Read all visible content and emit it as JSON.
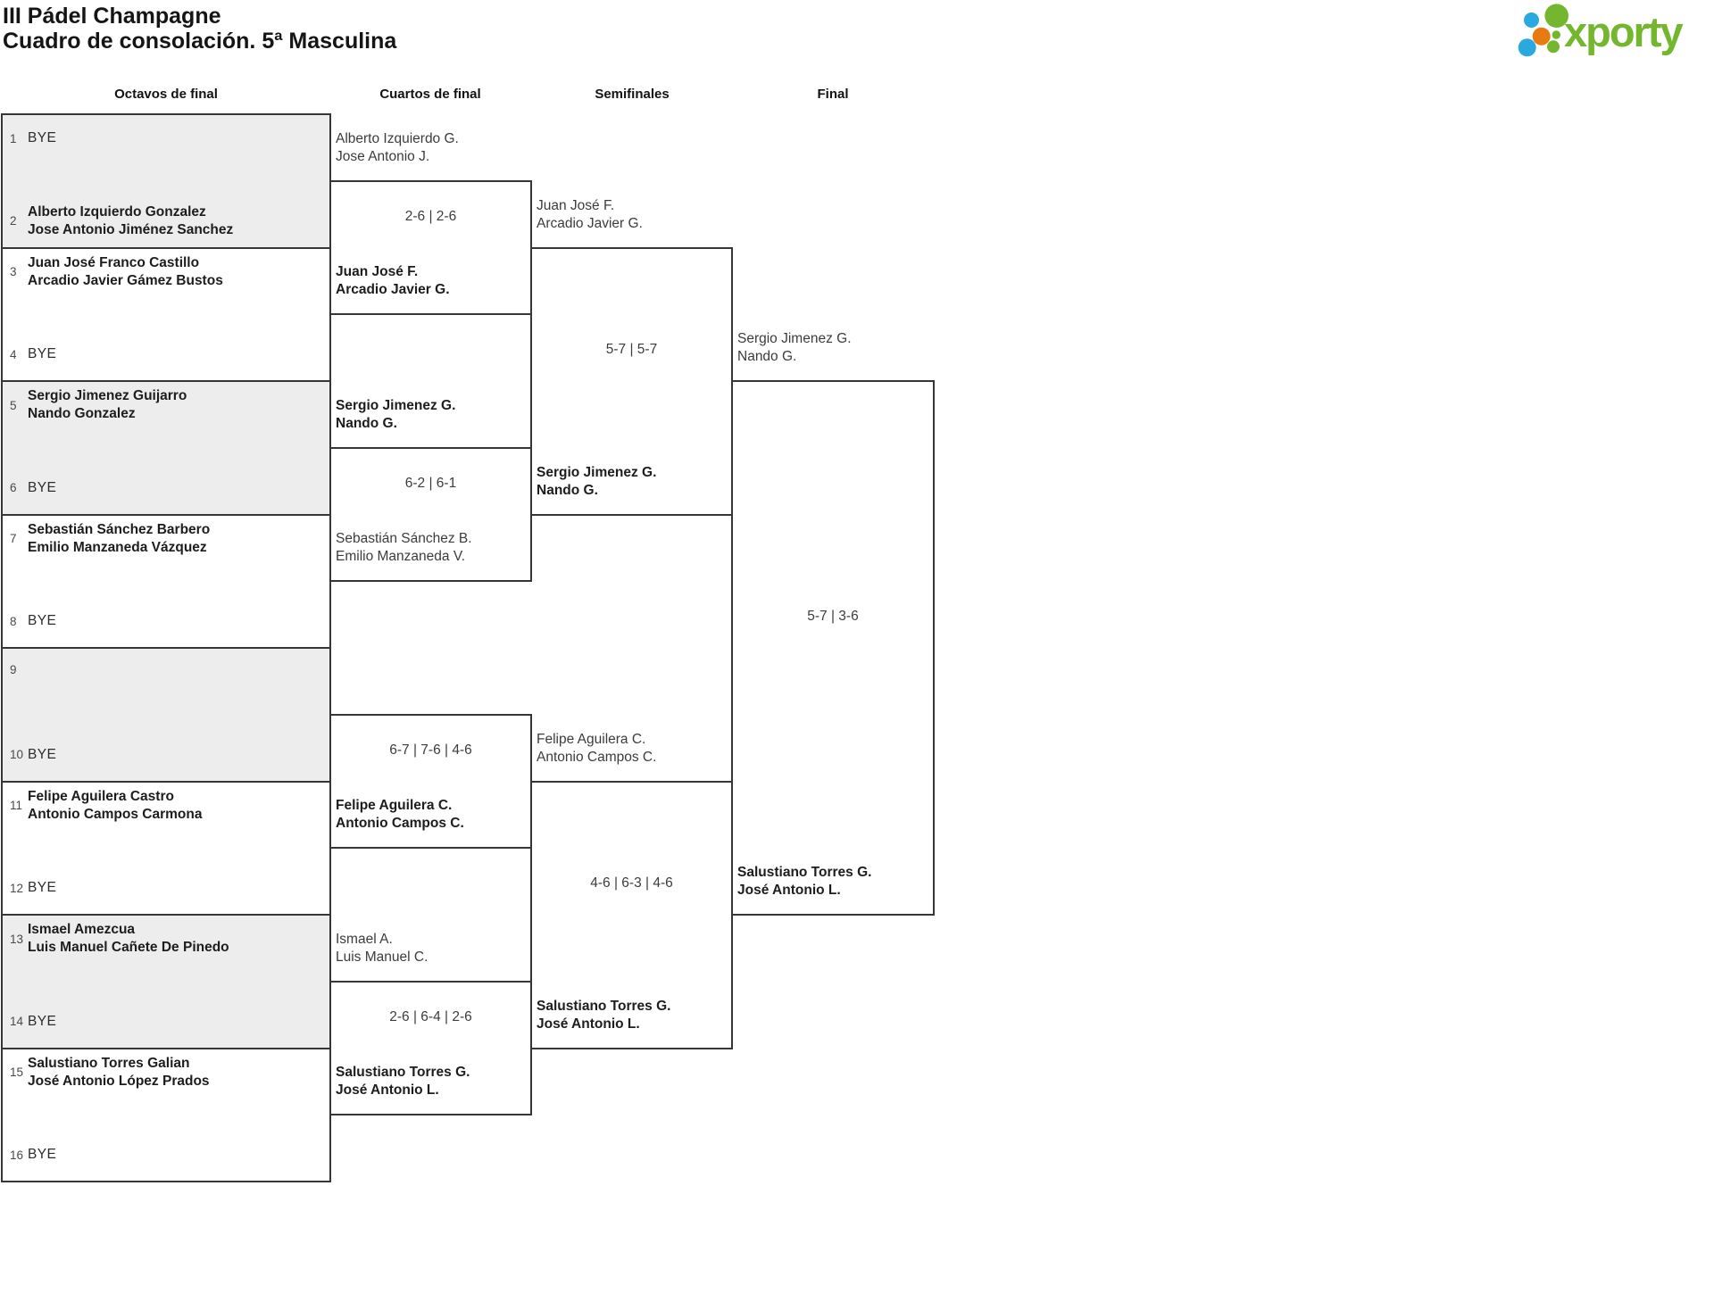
{
  "header": {
    "title_line1": "III Pádel Champagne",
    "title_line2": "Cuadro de consolación. 5ª Masculina",
    "logo_text": "xporty"
  },
  "columns": [
    "Octavos de final",
    "Cuartos de final",
    "Semifinales",
    "Final"
  ],
  "colors": {
    "logo_green": "#74b72e",
    "logo_blue": "#29a9e0",
    "logo_orange": "#e87a12",
    "shaded_box": "#ededed",
    "line": "#363636"
  },
  "round1": [
    {
      "shaded": true,
      "slots": [
        {
          "seed": "1",
          "lines": [
            "BYE"
          ],
          "bold": false
        },
        {
          "seed": "2",
          "lines": [
            "Alberto Izquierdo Gonzalez",
            "Jose Antonio Jiménez Sanchez"
          ],
          "bold": true
        }
      ]
    },
    {
      "shaded": false,
      "slots": [
        {
          "seed": "3",
          "lines": [
            "Juan José Franco Castillo",
            "Arcadio Javier Gámez Bustos"
          ],
          "bold": true
        },
        {
          "seed": "4",
          "lines": [
            "BYE"
          ],
          "bold": false
        }
      ]
    },
    {
      "shaded": true,
      "slots": [
        {
          "seed": "5",
          "lines": [
            "Sergio Jimenez Guijarro",
            "Nando Gonzalez"
          ],
          "bold": true
        },
        {
          "seed": "6",
          "lines": [
            "BYE"
          ],
          "bold": false
        }
      ]
    },
    {
      "shaded": false,
      "slots": [
        {
          "seed": "7",
          "lines": [
            "Sebastián Sánchez Barbero",
            "Emilio Manzaneda Vázquez"
          ],
          "bold": true
        },
        {
          "seed": "8",
          "lines": [
            "BYE"
          ],
          "bold": false
        }
      ]
    },
    {
      "shaded": true,
      "slots": [
        {
          "seed": "9",
          "lines": [],
          "bold": false
        },
        {
          "seed": "10",
          "lines": [
            "BYE"
          ],
          "bold": false
        }
      ]
    },
    {
      "shaded": false,
      "slots": [
        {
          "seed": "11",
          "lines": [
            "Felipe Aguilera Castro",
            "Antonio Campos Carmona"
          ],
          "bold": true
        },
        {
          "seed": "12",
          "lines": [
            "BYE"
          ],
          "bold": false
        }
      ]
    },
    {
      "shaded": true,
      "slots": [
        {
          "seed": "13",
          "lines": [
            "Ismael Amezcua",
            "Luis Manuel Cañete De Pinedo"
          ],
          "bold": true
        },
        {
          "seed": "14",
          "lines": [
            "BYE"
          ],
          "bold": false
        }
      ]
    },
    {
      "shaded": false,
      "slots": [
        {
          "seed": "15",
          "lines": [
            "Salustiano Torres Galian",
            "José Antonio López Prados"
          ],
          "bold": true
        },
        {
          "seed": "16",
          "lines": [
            "BYE"
          ],
          "bold": false
        }
      ]
    }
  ],
  "matches": [
    {
      "round": "cuartos",
      "index": 1,
      "score": "2-6 | 2-6",
      "teamA": {
        "lines": [
          "Alberto Izquierdo G.",
          "Jose Antonio J."
        ],
        "bold": false
      },
      "teamB": {
        "lines": [
          "Juan José F.",
          "Arcadio Javier G."
        ],
        "bold": true
      }
    },
    {
      "round": "cuartos",
      "index": 2,
      "score": "6-2 | 6-1",
      "teamA": {
        "lines": [
          "Sergio Jimenez G.",
          "Nando G."
        ],
        "bold": true
      },
      "teamB": {
        "lines": [
          "Sebastián Sánchez B.",
          "Emilio Manzaneda V."
        ],
        "bold": false
      }
    },
    {
      "round": "cuartos",
      "index": 3,
      "score": "6-7 | 7-6 | 4-6",
      "teamA": null,
      "teamB": {
        "lines": [
          "Felipe Aguilera C.",
          "Antonio Campos C."
        ],
        "bold": true
      }
    },
    {
      "round": "cuartos",
      "index": 4,
      "score": "2-6 | 6-4 | 2-6",
      "teamA": {
        "lines": [
          "Ismael A.",
          "Luis Manuel C."
        ],
        "bold": false
      },
      "teamB": {
        "lines": [
          "Salustiano Torres G.",
          "José Antonio L."
        ],
        "bold": true
      }
    },
    {
      "round": "semifinales",
      "index": 1,
      "score": "5-7 | 5-7",
      "teamA": {
        "lines": [
          "Juan José F.",
          "Arcadio Javier G."
        ],
        "bold": false
      },
      "teamB": {
        "lines": [
          "Sergio Jimenez G.",
          "Nando G."
        ],
        "bold": true
      }
    },
    {
      "round": "semifinales",
      "index": 2,
      "score": "4-6 | 6-3 | 4-6",
      "teamA": {
        "lines": [
          "Felipe Aguilera C.",
          "Antonio Campos C."
        ],
        "bold": false
      },
      "teamB": {
        "lines": [
          "Salustiano Torres G.",
          "José Antonio L."
        ],
        "bold": true
      }
    },
    {
      "round": "final",
      "index": 1,
      "score": "5-7 | 3-6",
      "teamA": {
        "lines": [
          "Sergio Jimenez G.",
          "Nando G."
        ],
        "bold": false
      },
      "teamB": {
        "lines": [
          "Salustiano Torres G.",
          "José Antonio L."
        ],
        "bold": true
      }
    }
  ]
}
